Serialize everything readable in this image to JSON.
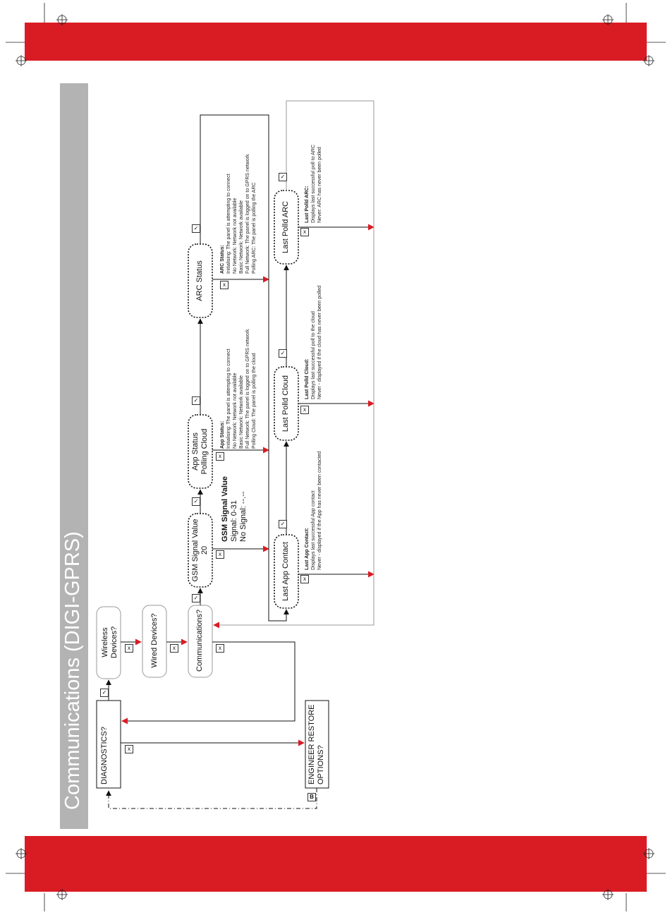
{
  "page": {
    "title": "Communications (DIGI-GPRS)"
  },
  "colors": {
    "band": "#d91c24",
    "sidebar": "#b3b3b3",
    "arrow": "#d91c24"
  },
  "nodes": {
    "diagnostics": "DIAGNOSTICS?",
    "engineer_restore": "ENGINEER RESTORE\nOPTIONS?",
    "wireless": "Wireless\nDevices?",
    "wired": "Wired Devices?",
    "communications": "Communications?",
    "gsm_signal": "GSM Signal Value\n20",
    "app_status": "App Status\nPolling Cloud",
    "arc_status": "ARC Status",
    "last_app_contact": "Last App Contact",
    "last_polld_cloud": "Last Polld Cloud",
    "last_polld_arc": "Last Polld ARC"
  },
  "marks": {
    "tick": "✓",
    "cross": "x",
    "b": "B"
  },
  "notes": {
    "gsm": {
      "title": "GSM Signal Value",
      "lines": [
        "Signal:      0-31",
        "No Signal: --.--"
      ]
    },
    "app_status": {
      "title": "App Status:",
      "lines": [
        "Initialising: The panel is attempting to connect",
        "No Network: Network not available",
        "Basic Network: Network available",
        "Full Network: The panel is logged on to GPRS network",
        "Polling Cloud: The panel is polling the cloud"
      ]
    },
    "arc_status": {
      "title": "ARC Status:",
      "lines": [
        "Initialising: The panel is attempting to connect",
        "No Network: Network not available",
        "Basic Network: Network available",
        "Full Network: The panel is logged on to GPRS network",
        "Polling ARC: The panel is polling the ARC"
      ]
    },
    "last_app_contact": {
      "title": "Last App Contact:",
      "lines": [
        "Displays last successful App contact",
        "Never - displayed if the App has never been contacted"
      ]
    },
    "last_polld_cloud": {
      "title": "Last Polld Cloud:",
      "lines": [
        "Displays last successful poll to the cloud",
        "Never - displayed if the cloud has never been polled"
      ]
    },
    "last_polld_arc": {
      "title": "Last Polld ARC:",
      "lines": [
        "Displays last successful poll to ARC",
        "Never: ARC has never been polled"
      ]
    }
  }
}
